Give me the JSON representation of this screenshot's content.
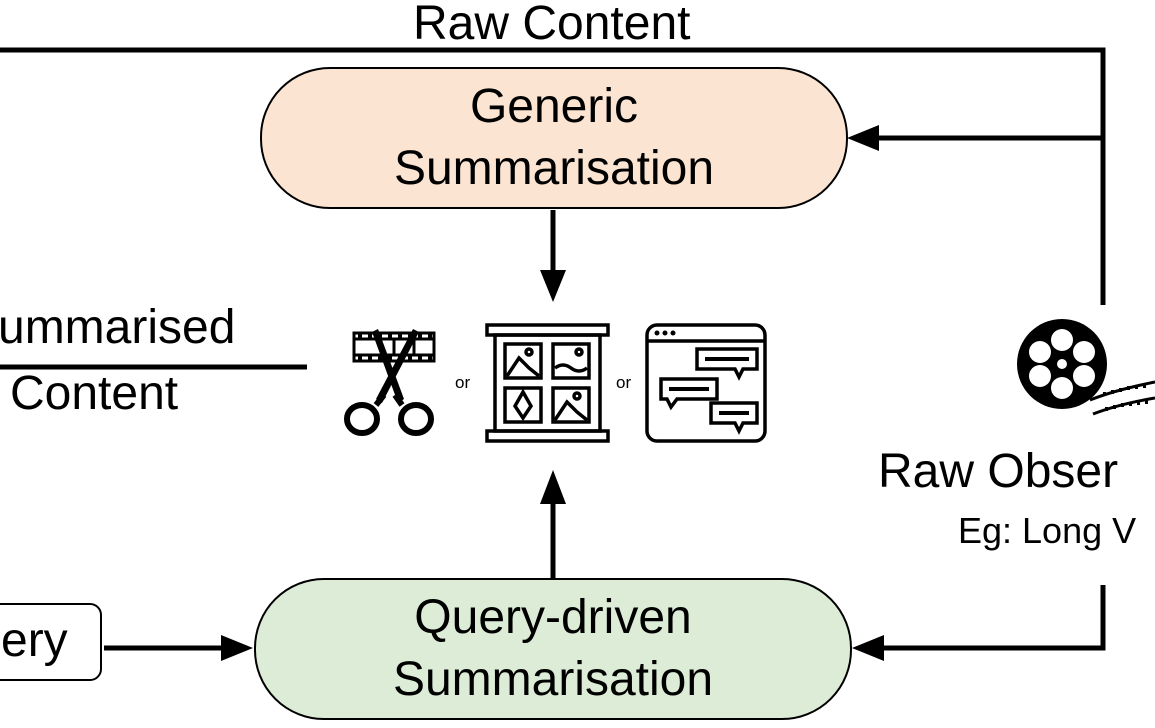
{
  "diagram": {
    "raw_content_label": "Raw Content",
    "generic_node": {
      "line1": "Generic",
      "line2": "Summarisation",
      "fill": "#fbe5d2"
    },
    "query_node": {
      "line1": "Query-driven",
      "line2": "Summarisation",
      "fill": "#dcecd6"
    },
    "summarised_label": {
      "line1": "ummarised",
      "line2": "Content"
    },
    "query_box_label": "ery",
    "or_1": "or",
    "or_2": "or",
    "raw_observation_label": "Raw Obser",
    "example_label": "Eg: Long V",
    "icons": [
      "film-scissors-icon",
      "image-grid-icon",
      "chat-window-icon",
      "film-reel-icon"
    ]
  }
}
